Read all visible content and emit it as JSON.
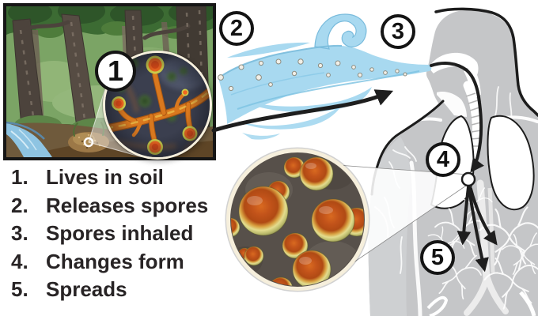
{
  "steps": [
    {
      "badge": "1",
      "num": "1.",
      "label": "Lives in soil"
    },
    {
      "badge": "2",
      "num": "2.",
      "label": "Releases spores"
    },
    {
      "badge": "3",
      "num": "3.",
      "label": "Spores inhaled"
    },
    {
      "badge": "4",
      "num": "4.",
      "label": "Changes form"
    },
    {
      "badge": "5",
      "num": "5.",
      "label": "Spreads"
    }
  ],
  "graphics": {
    "forest_scene": "forest with trees, stream and soil mound where fungus lives",
    "mold_inset": "magnified circle showing orange mold hyphae with spore heads",
    "wind": "blue wind swoosh carrying spore particles toward a person",
    "body": "gray human silhouette in profile with airway, lungs and blood vessels",
    "yeast_inset": "magnified circle showing round orange yeast cells in the lung",
    "arrows": "black arrows tracing inhalation and spread through the body"
  },
  "colors": {
    "wind": "#a8d9f0",
    "wind_edge": "#79bbdc",
    "body": "#c5c6c8",
    "arm": "#ced0d2",
    "arrow": "#1e1e1e",
    "ink": "#282425",
    "badge_ring": "#141414",
    "forest_bg": "#7ba465",
    "stream": "#8ec4e2",
    "canopy": "#3c6b33",
    "trunk": "#4c433c",
    "soil": "#6f5a3c",
    "mound": "#9c7847",
    "hyphae": "#d9781e",
    "spore_core": "#b04a14",
    "spore_ring": "#e3dc8e",
    "inset_ring": "#f6efdc",
    "inset1_bg": "#3b3f4f",
    "inset2_bg": "#57504a",
    "airway": "#ffffff"
  }
}
